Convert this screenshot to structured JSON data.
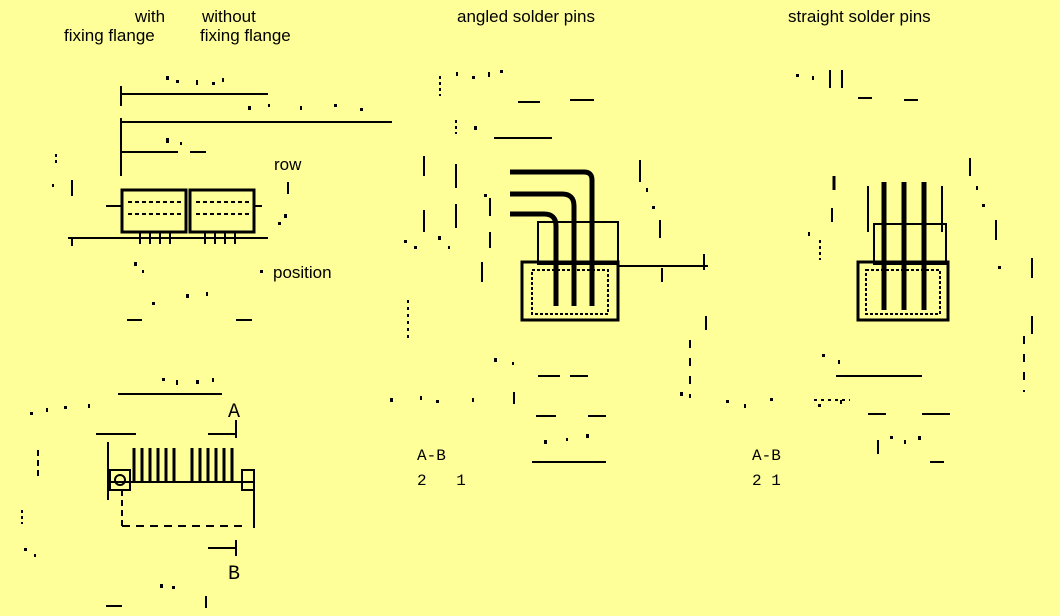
{
  "labels": {
    "with_line1": "with",
    "with_line2": "fixing flange",
    "without_line1": "without",
    "without_line2": "fixing flange",
    "angled": "angled solder pins",
    "straight": "straight solder pins",
    "row": "row",
    "position": "position",
    "section_a": "A",
    "section_b": "B",
    "angled_section": "A-B",
    "angled_row_numbers": "2 1",
    "straight_section": "A-B",
    "straight_row_numbers": "2 1"
  },
  "colors": {
    "background": "#ffff99",
    "ink": "#000000"
  }
}
